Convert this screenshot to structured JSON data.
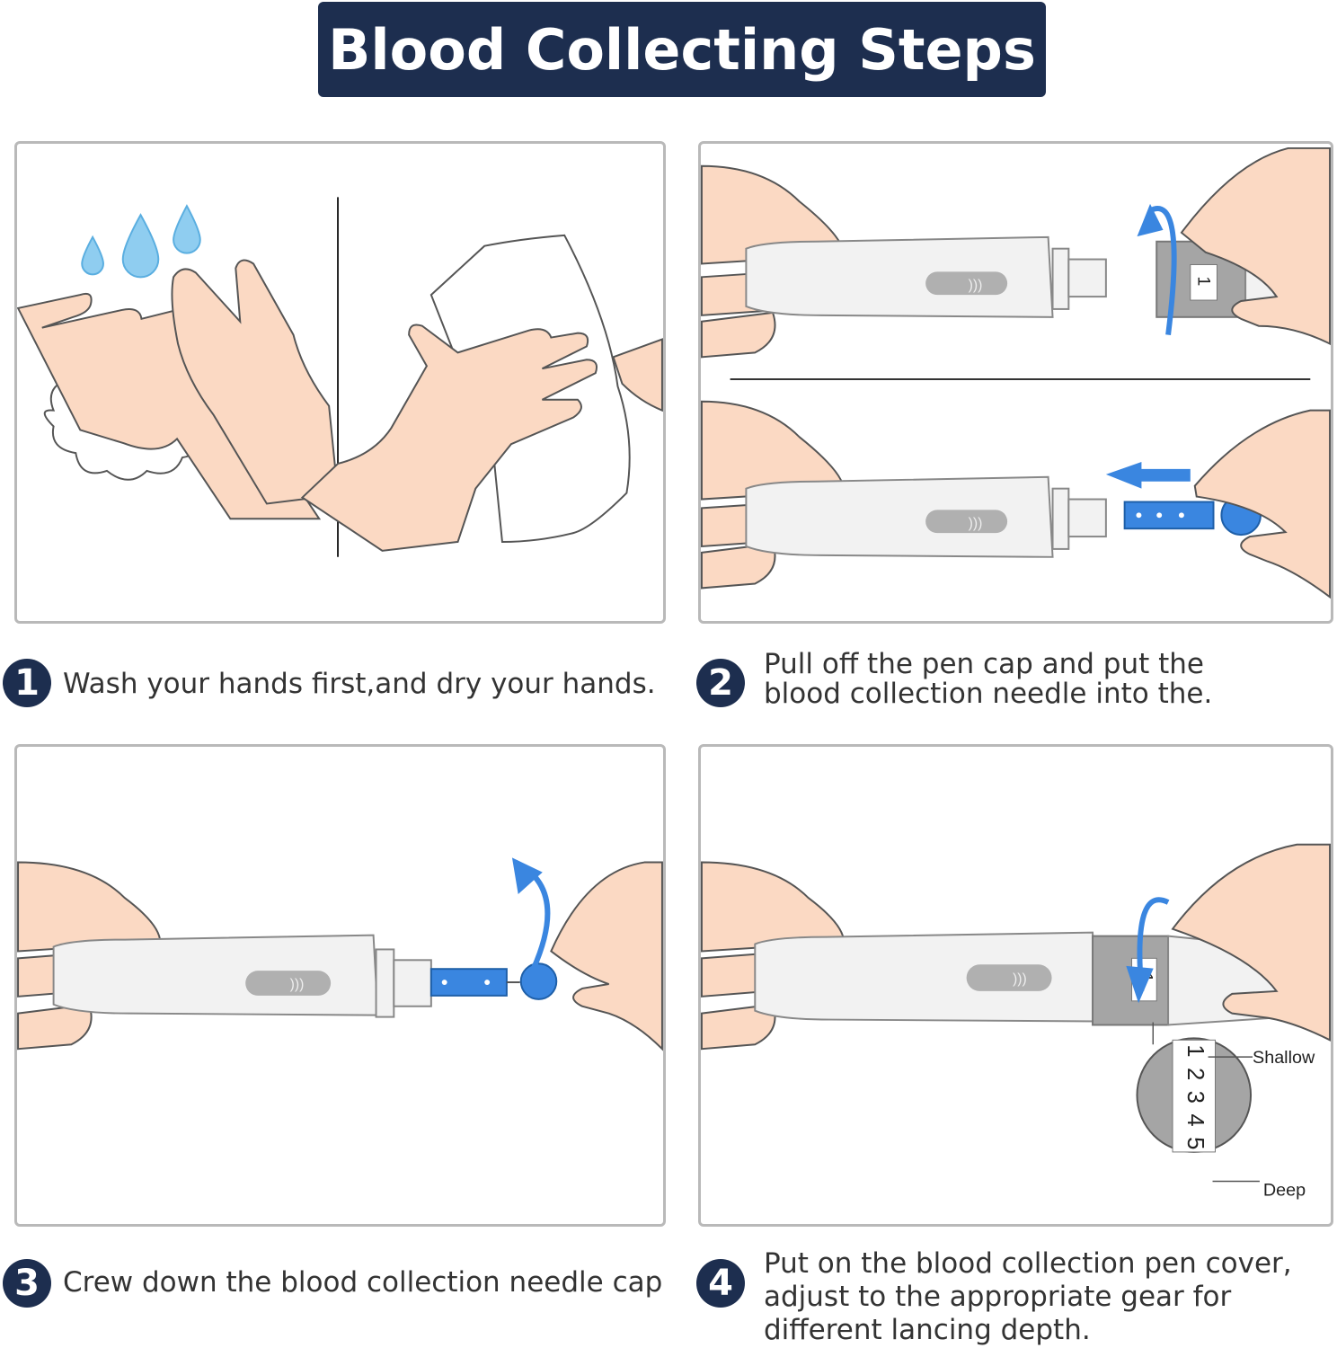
{
  "title": "Blood Collecting Steps",
  "colors": {
    "navy": "#1d2e4f",
    "blue": "#3a86e0",
    "skin": "#fbd9c3",
    "pen": "#f2f2f2",
    "gray": "#a5a5a5"
  },
  "steps": [
    {
      "number": "1",
      "lines": [
        "Wash your hands first,and dry your hands."
      ]
    },
    {
      "number": "2",
      "lines": [
        "Pull off the pen cap and put the",
        "blood collection needle into the."
      ]
    },
    {
      "number": "3",
      "lines": [
        "Crew down the blood collection needle cap"
      ]
    },
    {
      "number": "4",
      "lines": [
        "Put on the blood collection pen cover,",
        "adjust to the appropriate gear for",
        "different lancing depth."
      ]
    }
  ],
  "panel2": {
    "cap_gear": "1"
  },
  "panel4": {
    "cap_gear": "1",
    "dial_numbers": [
      "1",
      "2",
      "3",
      "4",
      "5"
    ],
    "shallow_label": "Shallow",
    "deep_label": "Deep"
  },
  "icons": [
    "water-drop-icon",
    "rotate-arrow-icon",
    "left-arrow-icon"
  ]
}
